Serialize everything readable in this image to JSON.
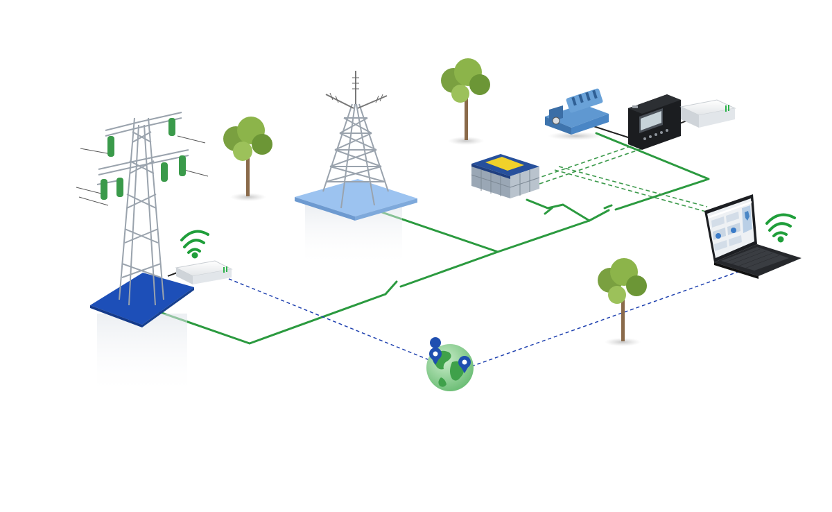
{
  "diagram": {
    "nodes": [
      {
        "id": "transmission-tower",
        "icon": "transmission-tower-icon"
      },
      {
        "id": "telecom-mast",
        "icon": "radio-mast-icon"
      },
      {
        "id": "battery-storage",
        "icon": "battery-icon"
      },
      {
        "id": "genset-engine",
        "icon": "engine-icon"
      },
      {
        "id": "genset-controller",
        "icon": "controller-icon"
      },
      {
        "id": "gateway-tower-site",
        "icon": "gateway-box-icon"
      },
      {
        "id": "gateway-genset",
        "icon": "gateway-box-icon"
      },
      {
        "id": "laptop-dashboard",
        "icon": "laptop-icon"
      },
      {
        "id": "cloud-globe",
        "icon": "globe-icon"
      }
    ],
    "links": [
      {
        "from": "transmission-tower",
        "to": "telecom-mast",
        "kind": "power"
      },
      {
        "from": "battery-storage",
        "to": "power-bus",
        "kind": "power"
      },
      {
        "from": "genset-engine",
        "to": "power-bus",
        "kind": "power"
      },
      {
        "from": "battery-storage",
        "to": "laptop-dashboard",
        "kind": "data"
      },
      {
        "from": "gateway-tower-site",
        "to": "cloud-globe",
        "kind": "network"
      },
      {
        "from": "laptop-dashboard",
        "to": "cloud-globe",
        "kind": "network"
      }
    ]
  },
  "colors": {
    "power_line": "#2b9a3f",
    "data_line": "#3d9a4c",
    "network_line": "#1e40af",
    "wifi": "#1f9e3a",
    "pad_blue": "#1d4fb8",
    "pad_light": "#9cc3f0",
    "steel": "#9aa3ad",
    "insulator": "#3a9a4a",
    "battery_blue": "#27509c",
    "battery_yellow": "#f0d12a",
    "genset_blue": "#4a86c5",
    "globe_land": "#3fa14a",
    "globe_sea": "#9ed6a2",
    "pin": "#1f4fb0"
  }
}
